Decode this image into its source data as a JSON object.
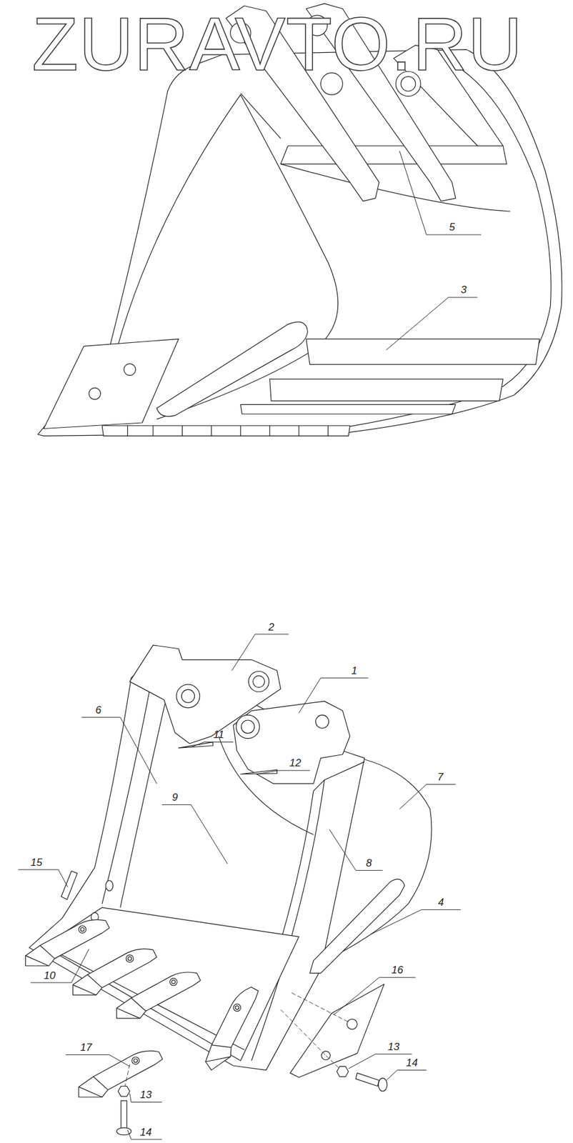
{
  "diagram": {
    "labels": [
      "ZURAVTO.RU",
      "5",
      "3",
      "2",
      "1",
      "11",
      "12",
      "6",
      "9",
      "7",
      "8",
      "15",
      "4",
      "16",
      "10",
      "17",
      "13",
      "14",
      "13",
      "14"
    ]
  }
}
